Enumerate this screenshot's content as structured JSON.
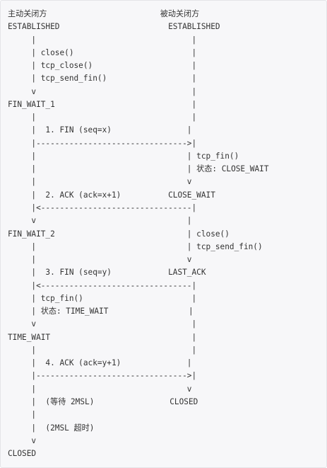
{
  "diagram": {
    "lines": [
      "主动关闭方                        被动关闭方",
      "ESTABLISHED                       ESTABLISHED",
      "     |                                 |",
      "     | close()                         |",
      "     | tcp_close()                     |",
      "     | tcp_send_fin()                  |",
      "     v                                 |",
      "FIN_WAIT_1                             |",
      "     |                                 |",
      "     |  1. FIN (seq=x)                |",
      "     |-------------------------------->|",
      "     |                                | tcp_fin()",
      "     |                                | 状态: CLOSE_WAIT",
      "     |                                v",
      "     |  2. ACK (ack=x+1)          CLOSE_WAIT",
      "     |<--------------------------------|",
      "     v                                |",
      "FIN_WAIT_2                            | close()",
      "     |                                | tcp_send_fin()",
      "     |                                v",
      "     |  3. FIN (seq=y)            LAST_ACK",
      "     |<--------------------------------|",
      "     | tcp_fin()                       |",
      "     | 状态: TIME_WAIT                 |",
      "     v                                 |",
      "TIME_WAIT                              |",
      "     |                                 |",
      "     |  4. ACK (ack=y+1)              |",
      "     |-------------------------------->|",
      "     |                                v",
      "     |  (等待 2MSL)                CLOSED",
      "     |",
      "     |  (2MSL 超时)",
      "     v",
      "CLOSED"
    ]
  }
}
